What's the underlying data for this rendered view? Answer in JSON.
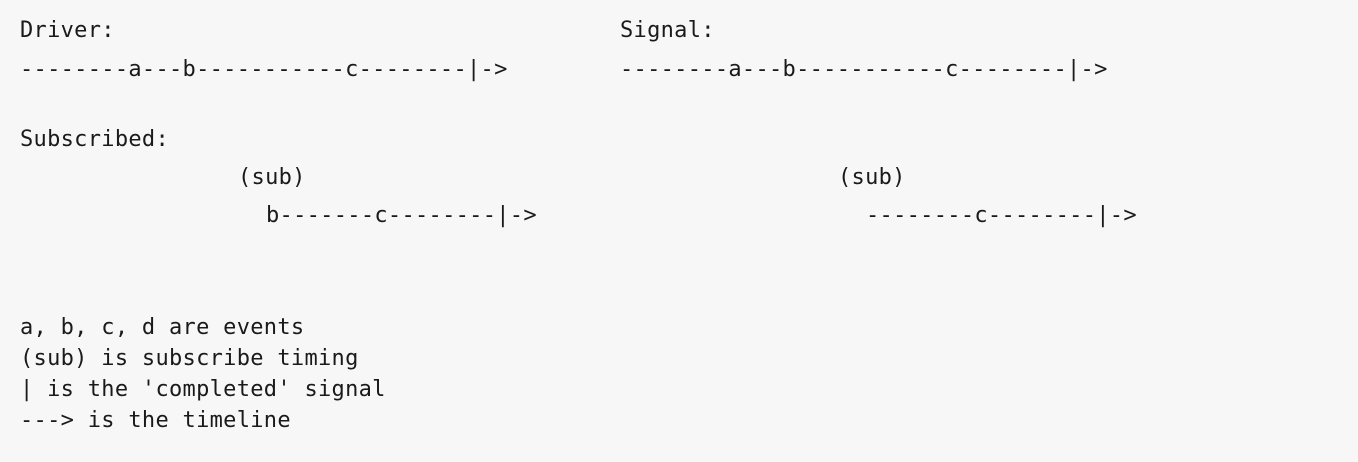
{
  "diagram": {
    "driver": {
      "label": "Driver:",
      "timeline": "--------a---b-----------c--------|->",
      "subscribe_marker": "(sub)",
      "subscribed_timeline": "b-------c--------|->"
    },
    "signal": {
      "label": "Signal:",
      "timeline": "--------a---b-----------c--------|->",
      "subscribe_marker": "(sub)",
      "subscribed_timeline": "--------c--------|->"
    },
    "subscribed_label": "Subscribed:"
  },
  "legend": [
    "a, b, c, d are events",
    "(sub) is subscribe timing",
    "| is the 'completed' signal",
    "---> is the timeline"
  ]
}
